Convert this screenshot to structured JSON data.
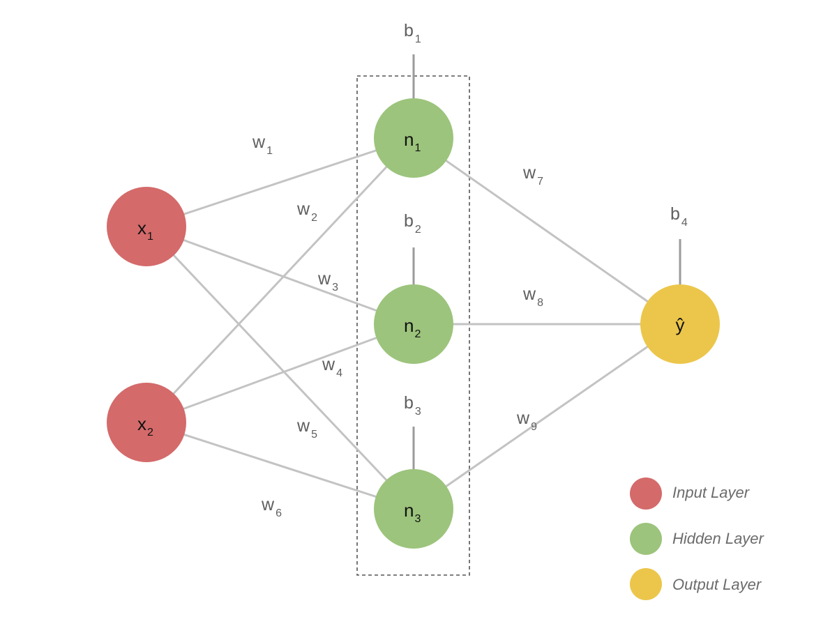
{
  "colors": {
    "input": "#d46a6a",
    "hidden": "#9cc47c",
    "output": "#ecc64b",
    "edge": "#c3c3c3",
    "bias_line": "#9b9b9b",
    "label": "#5f5f5f",
    "frame": "#555555"
  },
  "nodes": {
    "x1": {
      "main": "x",
      "sub": "1",
      "layer": "input"
    },
    "x2": {
      "main": "x",
      "sub": "2",
      "layer": "input"
    },
    "n1": {
      "main": "n",
      "sub": "1",
      "layer": "hidden"
    },
    "n2": {
      "main": "n",
      "sub": "2",
      "layer": "hidden"
    },
    "n3": {
      "main": "n",
      "sub": "3",
      "layer": "hidden"
    },
    "yhat": {
      "main": "ŷ",
      "sub": "",
      "layer": "output"
    }
  },
  "weights": {
    "w1": {
      "main": "w",
      "sub": "1"
    },
    "w2": {
      "main": "w",
      "sub": "2"
    },
    "w3": {
      "main": "w",
      "sub": "3"
    },
    "w4": {
      "main": "w",
      "sub": "4"
    },
    "w5": {
      "main": "w",
      "sub": "5"
    },
    "w6": {
      "main": "w",
      "sub": "6"
    },
    "w7": {
      "main": "w",
      "sub": "7"
    },
    "w8": {
      "main": "w",
      "sub": "8"
    },
    "w9": {
      "main": "w",
      "sub": "9"
    }
  },
  "biases": {
    "b1": {
      "main": "b",
      "sub": "1"
    },
    "b2": {
      "main": "b",
      "sub": "2"
    },
    "b3": {
      "main": "b",
      "sub": "3"
    },
    "b4": {
      "main": "b",
      "sub": "4"
    }
  },
  "legend": {
    "input": "Input Layer",
    "hidden": "Hidden Layer",
    "output": "Output Layer"
  }
}
